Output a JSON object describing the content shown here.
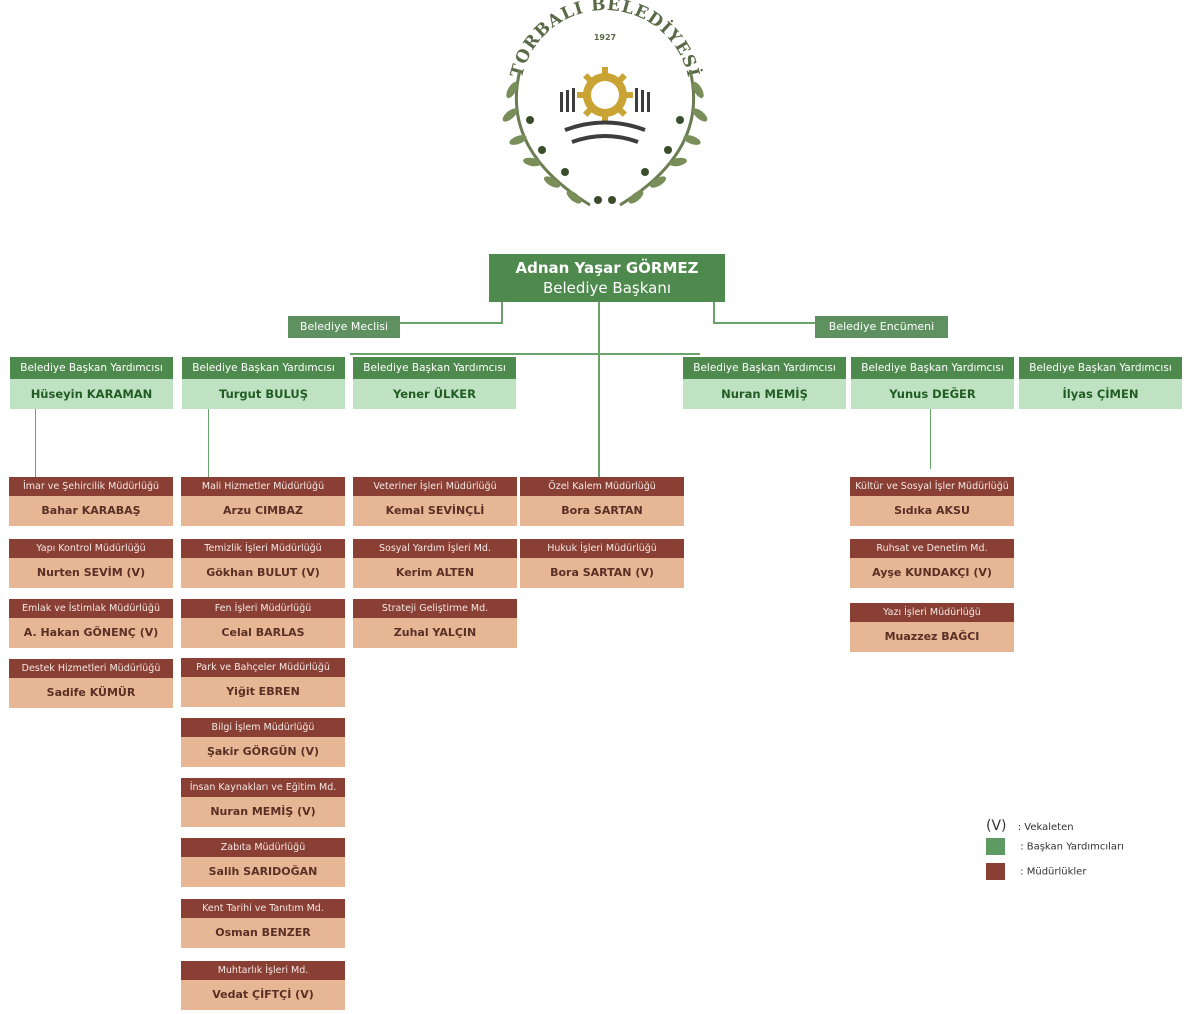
{
  "logo": {
    "text": "TORBALI BELEDİYESİ",
    "year": "1927"
  },
  "mayor": {
    "name": "Adnan Yaşar GÖRMEZ",
    "title": "Belediye Başkanı"
  },
  "council": "Belediye Meclisi",
  "committee": "Belediye Encümeni",
  "vp_title": "Belediye Başkan Yardımcısı",
  "vps": [
    "Hüseyin KARAMAN",
    "Turgut BULUŞ",
    "Yener ÜLKER",
    "Nuran MEMİŞ",
    "Yunus DEĞER",
    "İlyas ÇİMEN"
  ],
  "col1": [
    {
      "title": "İmar ve Şehircilik Müdürlüğü",
      "name": "Bahar KARABAŞ"
    },
    {
      "title": "Yapı Kontrol Müdürlüğü",
      "name": "Nurten SEVİM (V)"
    },
    {
      "title": "Emlak ve İstimlak Müdürlüğü",
      "name": "A. Hakan GÖNENÇ (V)"
    },
    {
      "title": "Destek Hizmetleri Müdürlüğü",
      "name": "Sadife KÜMÜR"
    }
  ],
  "col2": [
    {
      "title": "Mali Hizmetler Müdürlüğü",
      "name": "Arzu CIMBAZ"
    },
    {
      "title": "Temizlik İşleri Müdürlüğü",
      "name": "Gökhan BULUT (V)"
    },
    {
      "title": "Fen İşleri Müdürlüğü",
      "name": "Celal BARLAS"
    },
    {
      "title": "Park ve Bahçeler Müdürlüğü",
      "name": "Yiğit EBREN"
    },
    {
      "title": "Bilgi İşlem Müdürlüğü",
      "name": "Şakir GÖRGÜN (V)"
    },
    {
      "title": "İnsan Kaynakları ve Eğitim Md.",
      "name": "Nuran MEMİŞ (V)"
    },
    {
      "title": "Zabıta Müdürlüğü",
      "name": "Salih SARIDOĞAN"
    },
    {
      "title": "Kent Tarihi ve Tanıtım Md.",
      "name": "Osman BENZER"
    },
    {
      "title": "Muhtarlık İşleri Md.",
      "name": "Vedat ÇİFTÇİ (V)"
    }
  ],
  "col3": [
    {
      "title": "Veteriner İşleri Müdürlüğü",
      "name": "Kemal SEVİNÇLİ"
    },
    {
      "title": "Sosyal Yardım İşleri Md.",
      "name": "Kerim ALTEN"
    },
    {
      "title": "Strateji Geliştirme Md.",
      "name": "Zuhal YALÇIN"
    }
  ],
  "col4": [
    {
      "title": "Özel Kalem Müdürlüğü",
      "name": "Bora SARTAN"
    },
    {
      "title": "Hukuk İşleri Müdürlüğü",
      "name": "Bora SARTAN (V)"
    }
  ],
  "col6": [
    {
      "title": "Kültür ve Sosyal İşler Müdürlüğü",
      "name": "Sıdıka AKSU"
    },
    {
      "title": "Ruhsat ve Denetim Md.",
      "name": "Ayşe KUNDAKÇI (V)"
    },
    {
      "title": "Yazı İşleri Müdürlüğü",
      "name": "Muazzez BAĞCI"
    }
  ],
  "legend": {
    "v_symbol": "(V)",
    "v_label": ": Vekaleten",
    "green_label": ": Başkan Yardımcıları",
    "red_label": ": Müdürlükler",
    "green_color": "#5f9a63",
    "red_color": "#8a3f35"
  }
}
